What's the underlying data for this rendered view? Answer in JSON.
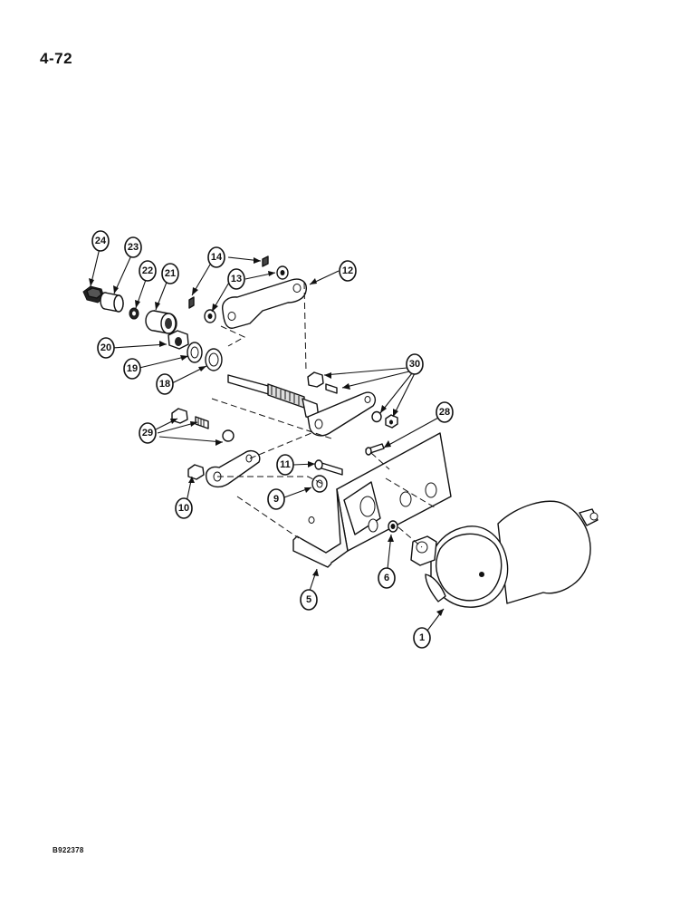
{
  "page": {
    "number": "4-72",
    "figure_code": "B922378"
  },
  "callouts": [
    {
      "id": "c24",
      "label": "24"
    },
    {
      "id": "c23",
      "label": "23"
    },
    {
      "id": "c22",
      "label": "22"
    },
    {
      "id": "c21",
      "label": "21"
    },
    {
      "id": "c20",
      "label": "20"
    },
    {
      "id": "c19",
      "label": "19"
    },
    {
      "id": "c18",
      "label": "18"
    },
    {
      "id": "c14",
      "label": "14"
    },
    {
      "id": "c13",
      "label": "13"
    },
    {
      "id": "c12",
      "label": "12"
    },
    {
      "id": "c30",
      "label": "30"
    },
    {
      "id": "c28",
      "label": "28"
    },
    {
      "id": "c29",
      "label": "29"
    },
    {
      "id": "c11",
      "label": "11"
    },
    {
      "id": "c10",
      "label": "10"
    },
    {
      "id": "c9",
      "label": "9"
    },
    {
      "id": "c6",
      "label": "6"
    },
    {
      "id": "c5",
      "label": "5"
    },
    {
      "id": "c1",
      "label": "1"
    }
  ]
}
